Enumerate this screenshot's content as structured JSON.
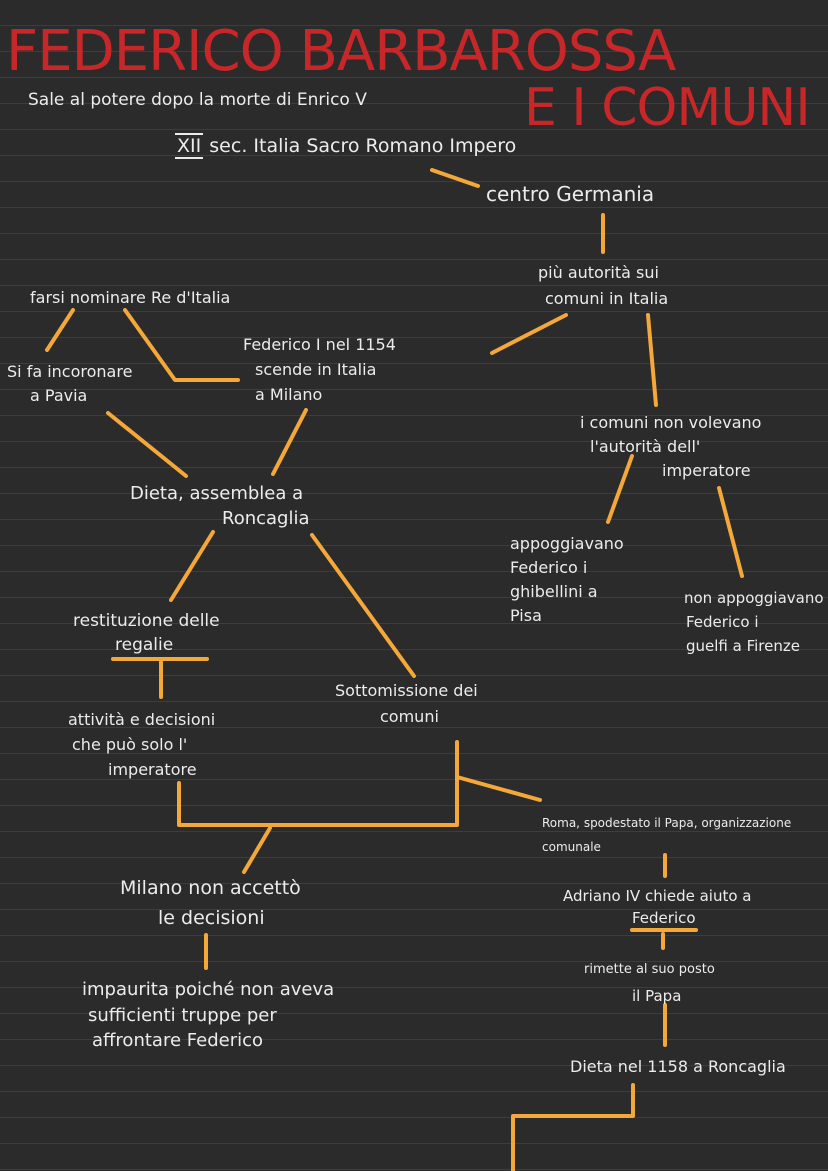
{
  "title": {
    "line1": "FEDERICO BARBAROSSA",
    "line2": "E I COMUNI"
  },
  "subtitle": "Sale al potere dopo la morte di Enrico V",
  "nodes": {
    "top_xii": "XII",
    "top_rest": "sec. Italia Sacro Romano Impero",
    "centro": "centro Germania",
    "autorita_1": "più autorità sui",
    "autorita_2": "comuni in Italia",
    "farsi": "farsi nominare Re d'Italia",
    "incoronare_1": "Si fa incoronare",
    "incoronare_2": "a Pavia",
    "federico_1": "Federico I nel 1154",
    "federico_2": "scende in Italia",
    "federico_3": "a Milano",
    "comuni_non_1": "i comuni non volevano",
    "comuni_non_2": "l'autorità dell'",
    "comuni_non_3": "imperatore",
    "dieta_1": "Dieta, assemblea a",
    "dieta_2": "Roncaglia",
    "appoggiavano_1": "appoggiavano",
    "appoggiavano_2": "Federico i",
    "appoggiavano_3": "ghibellini a",
    "appoggiavano_4": "Pisa",
    "non_appoggiavano_1": "non appoggiavano",
    "non_appoggiavano_2": "Federico i",
    "non_appoggiavano_3": "guelfi a Firenze",
    "restituzione_1": "restituzione delle",
    "restituzione_2": "regalie",
    "sottomissione_1": "Sottomissione dei",
    "sottomissione_2": "comuni",
    "attivita_1": "attività e decisioni",
    "attivita_2": "che può solo l'",
    "attivita_3": "imperatore",
    "roma_1": "Roma, spodestato il Papa, organizzazione",
    "roma_2": "comunale",
    "milano_1": "Milano non accettò",
    "milano_2": "le decisioni",
    "adriano_1": "Adriano IV chiede aiuto a",
    "adriano_2": "Federico",
    "impaurita_1": "impaurita poiché non aveva",
    "impaurita_2": "sufficienti truppe per",
    "impaurita_3": "affrontare Federico",
    "rimette_1": "rimette al suo posto",
    "rimette_2": "il Papa",
    "dieta1158": "Dieta nel 1158 a Roncaglia"
  },
  "colors": {
    "background": "#2b2b2b",
    "title": "#c8272a",
    "connector": "#f4a83a",
    "text": "#ececec",
    "ruled_line": "#3d3d3d"
  }
}
